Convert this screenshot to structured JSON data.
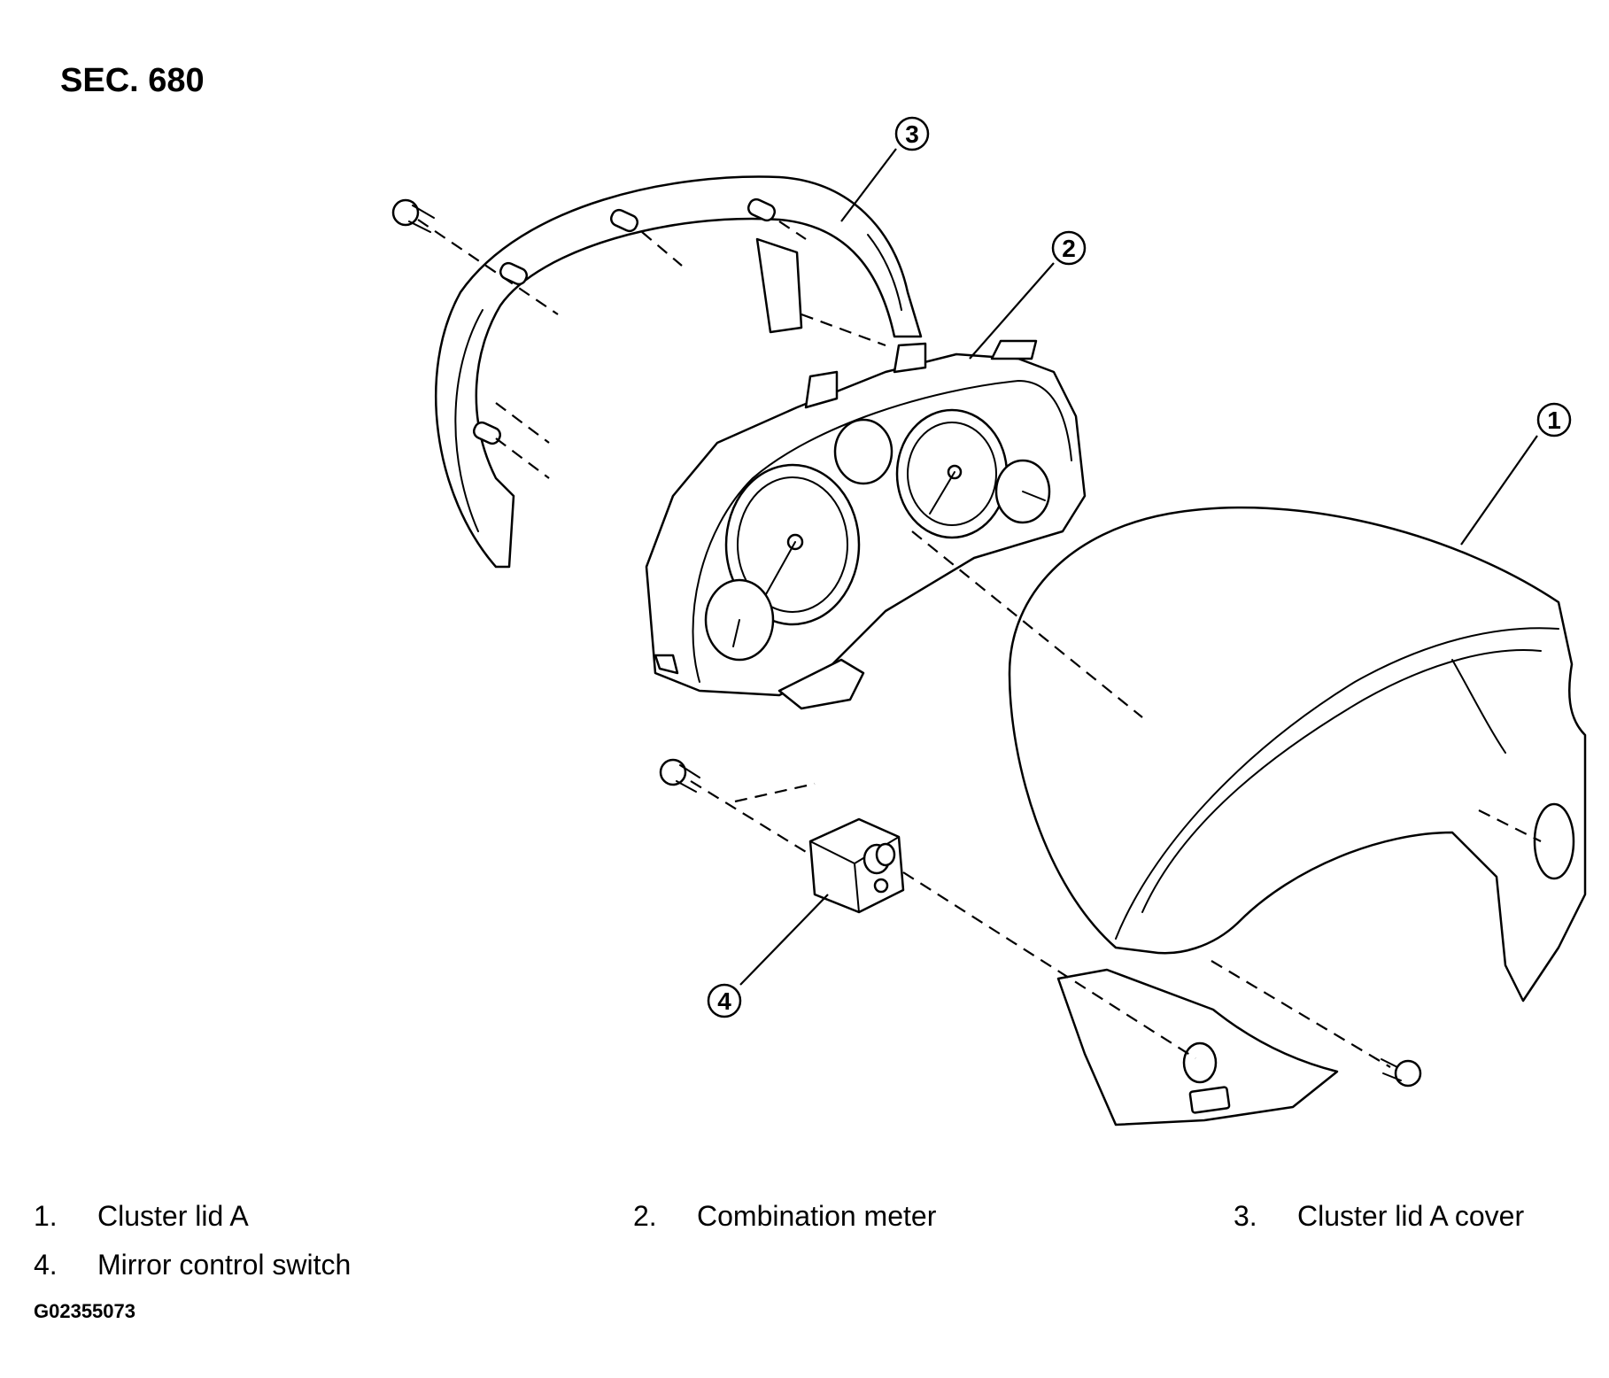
{
  "section_title": "SEC. 680",
  "callouts": [
    {
      "number": "1"
    },
    {
      "number": "2"
    },
    {
      "number": "3"
    },
    {
      "number": "4"
    }
  ],
  "legend": [
    {
      "number": "1.",
      "label": "Cluster lid A"
    },
    {
      "number": "2.",
      "label": "Combination meter"
    },
    {
      "number": "3.",
      "label": "Cluster lid A cover"
    },
    {
      "number": "4.",
      "label": "Mirror control switch"
    }
  ],
  "figure_id": "G02355073"
}
